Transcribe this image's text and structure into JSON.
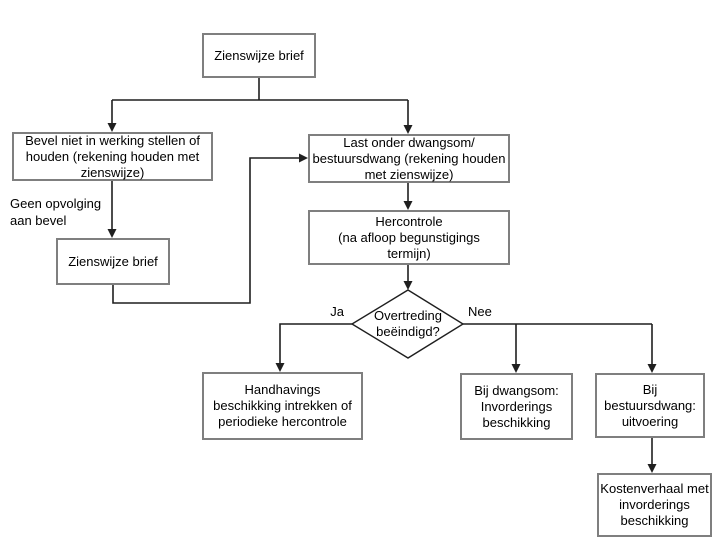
{
  "flowchart": {
    "colors": {
      "box_border": "#7f7f7f",
      "connector": "#1f1f1f",
      "text": "#000000",
      "background": "#ffffff"
    },
    "nodes": {
      "start": {
        "label": "Zienswijze brief"
      },
      "bevel": {
        "label": "Bevel niet in werking stellen of\nhouden (rekening houden met\nzienswijze)"
      },
      "last_onder_dwangsom": {
        "label": "Last onder dwangsom/\nbestuursdwang (rekening houden\nmet zienswijze)"
      },
      "zienswijze_brief_2": {
        "label": "Zienswijze brief"
      },
      "hercontrole": {
        "label": "Hercontrole\n(na afloop begunstigings\ntermijn)"
      },
      "decision": {
        "label": "Overtreding\nbeëindigd?"
      },
      "handhaving": {
        "label": "Handhavings\nbeschikking intrekken of\nperiodieke hercontrole"
      },
      "bij_dwangsom": {
        "label": "Bij dwangsom:\nInvorderings\nbeschikking"
      },
      "bij_bestuursdwang": {
        "label": "Bij\nbestuursdwang:\nuitvoering"
      },
      "kostenverhaal": {
        "label": "Kostenverhaal met\ninvorderings\nbeschikking"
      }
    },
    "edge_labels": {
      "geen_opvolging": "Geen opvolging\naan bevel",
      "ja": "Ja",
      "nee": "Nee"
    },
    "edges": [
      {
        "from": "start",
        "to": "bevel"
      },
      {
        "from": "start",
        "to": "last_onder_dwangsom"
      },
      {
        "from": "bevel",
        "to": "zienswijze_brief_2",
        "label": "Geen opvolging aan bevel"
      },
      {
        "from": "zienswijze_brief_2",
        "to": "last_onder_dwangsom"
      },
      {
        "from": "last_onder_dwangsom",
        "to": "hercontrole"
      },
      {
        "from": "hercontrole",
        "to": "decision"
      },
      {
        "from": "decision",
        "to": "handhaving",
        "label": "Ja"
      },
      {
        "from": "decision",
        "to": "bij_dwangsom",
        "label": "Nee"
      },
      {
        "from": "decision",
        "to": "bij_bestuursdwang",
        "label": "Nee"
      },
      {
        "from": "bij_bestuursdwang",
        "to": "kostenverhaal"
      }
    ]
  }
}
